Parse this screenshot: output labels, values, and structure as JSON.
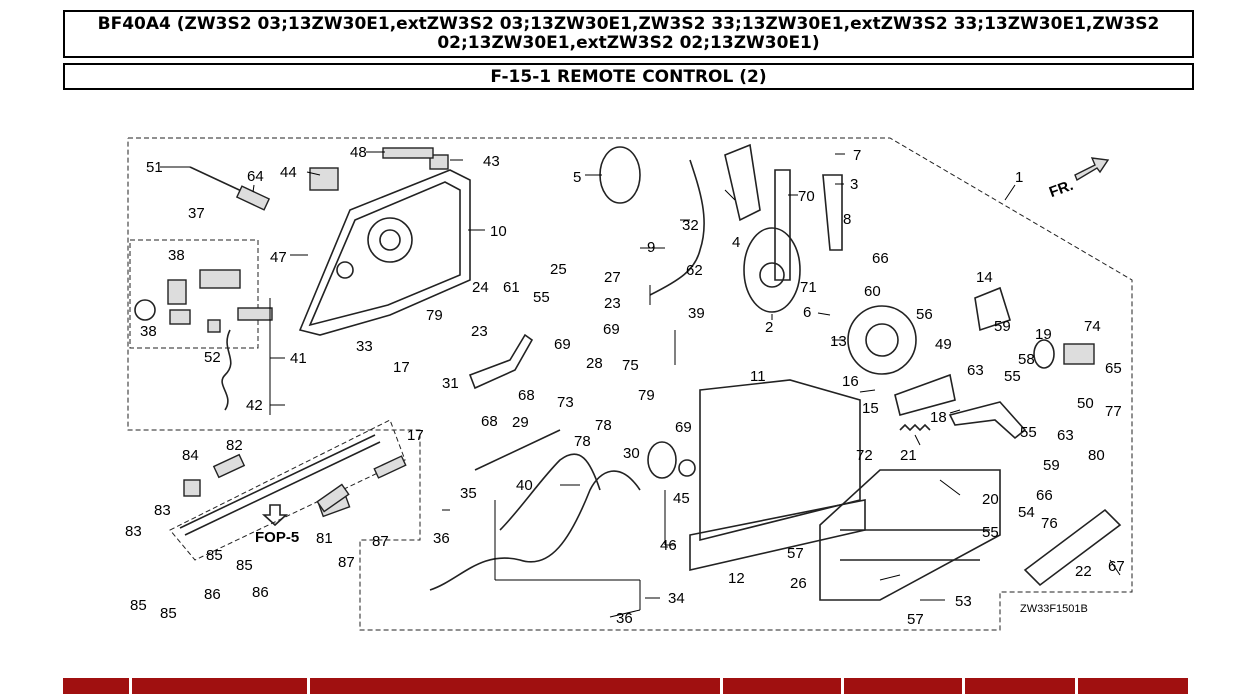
{
  "header": {
    "model_line1": "BF40A4 (ZW3S2 03;13ZW30E1,extZW3S2 03;13ZW30E1,ZW3S2 33;13ZW30E1,extZW3S2 33;13ZW30E1,ZW3S2",
    "model_line2": "02;13ZW30E1,extZW3S2 02;13ZW30E1)",
    "section": "F-15-1 REMOTE CONTROL (2)"
  },
  "diagram": {
    "direction_label": "FR.",
    "image_code": "ZW33F1501B",
    "ref_label": "FOP-5",
    "callouts": {
      "c1": "1",
      "c2": "2",
      "c3": "3",
      "c4": "4",
      "c5": "5",
      "c6": "6",
      "c7": "7",
      "c8": "8",
      "c9": "9",
      "c10": "10",
      "c11": "11",
      "c12": "12",
      "c13": "13",
      "c14": "14",
      "c15": "15",
      "c16": "16",
      "c17a": "17",
      "c17b": "17",
      "c18": "18",
      "c19": "19",
      "c20": "20",
      "c21": "21",
      "c22": "22",
      "c23a": "23",
      "c23b": "23",
      "c24": "24",
      "c25": "25",
      "c26": "26",
      "c27": "27",
      "c28": "28",
      "c29": "29",
      "c30": "30",
      "c31": "31",
      "c32": "32",
      "c33": "33",
      "c34": "34",
      "c35": "35",
      "c36a": "36",
      "c36b": "36",
      "c37": "37",
      "c38a": "38",
      "c38b": "38",
      "c39": "39",
      "c40": "40",
      "c41": "41",
      "c42": "42",
      "c43": "43",
      "c44": "44",
      "c45": "45",
      "c46": "46",
      "c47": "47",
      "c48": "48",
      "c49": "49",
      "c50": "50",
      "c51": "51",
      "c52": "52",
      "c53": "53",
      "c54": "54",
      "c55a": "55",
      "c55b": "55",
      "c55c": "55",
      "c55d": "55",
      "c56": "56",
      "c57a": "57",
      "c57b": "57",
      "c58": "58",
      "c59a": "59",
      "c59b": "59",
      "c60": "60",
      "c61": "61",
      "c62": "62",
      "c63a": "63",
      "c63b": "63",
      "c64": "64",
      "c65": "65",
      "c66a": "66",
      "c66b": "66",
      "c67": "67",
      "c68a": "68",
      "c68b": "68",
      "c69a": "69",
      "c69b": "69",
      "c69c": "69",
      "c70": "70",
      "c71": "71",
      "c72": "72",
      "c73": "73",
      "c74": "74",
      "c75": "75",
      "c76": "76",
      "c77": "77",
      "c78a": "78",
      "c78b": "78",
      "c79a": "79",
      "c79b": "79",
      "c80": "80",
      "c81": "81",
      "c82": "82",
      "c83a": "83",
      "c83b": "83",
      "c84": "84",
      "c85a": "85",
      "c85b": "85",
      "c85c": "85",
      "c85d": "85",
      "c86a": "86",
      "c86b": "86",
      "c87a": "87",
      "c87b": "87"
    }
  },
  "colors": {
    "table_header": "#a01010",
    "line": "#222222"
  }
}
